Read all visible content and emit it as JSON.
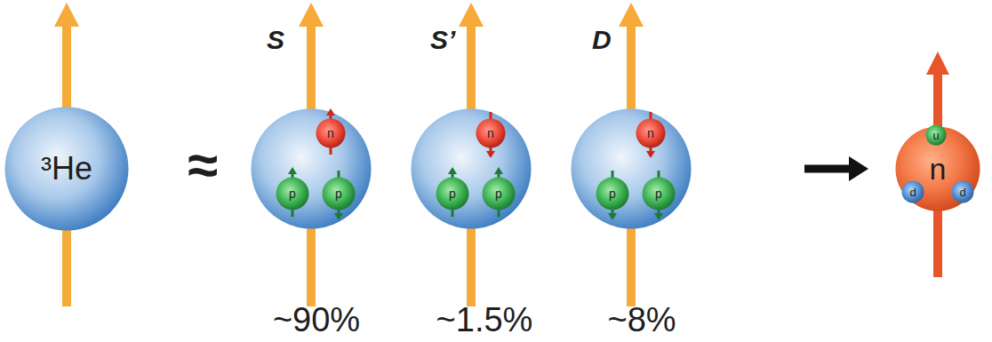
{
  "diagram": {
    "nodes": [
      {
        "text": [
          "³He"
        ]
      },
      {
        "text": [
          "S"
        ]
      },
      {
        "text": [
          "n"
        ],
        "in": 1
      },
      {
        "text": [
          "p"
        ],
        "in": 1
      },
      {
        "text": [
          "p"
        ],
        "in": 1
      },
      {
        "text": [
          "S’"
        ]
      },
      {
        "text": [
          "n"
        ],
        "in": 5
      },
      {
        "text": [
          "p"
        ],
        "in": 5
      },
      {
        "text": [
          "p"
        ],
        "in": 5
      },
      {
        "text": [
          "D"
        ]
      },
      {
        "text": [
          "n"
        ],
        "in": 9
      },
      {
        "text": [
          "p"
        ],
        "in": 9
      },
      {
        "text": [
          "p"
        ],
        "in": 9
      },
      {
        "text": [
          "n"
        ]
      },
      {
        "text": [
          "u"
        ],
        "in": 13
      },
      {
        "text": [
          "d"
        ],
        "in": 13
      },
      {
        "text": [
          "d"
        ],
        "in": 13
      }
    ],
    "edges": [
      {
        "from": 9,
        "to": 13,
        "arrow": "to"
      }
    ],
    "labels": [
      "≈",
      "~90%",
      "~1.5%",
      "~8%"
    ]
  }
}
